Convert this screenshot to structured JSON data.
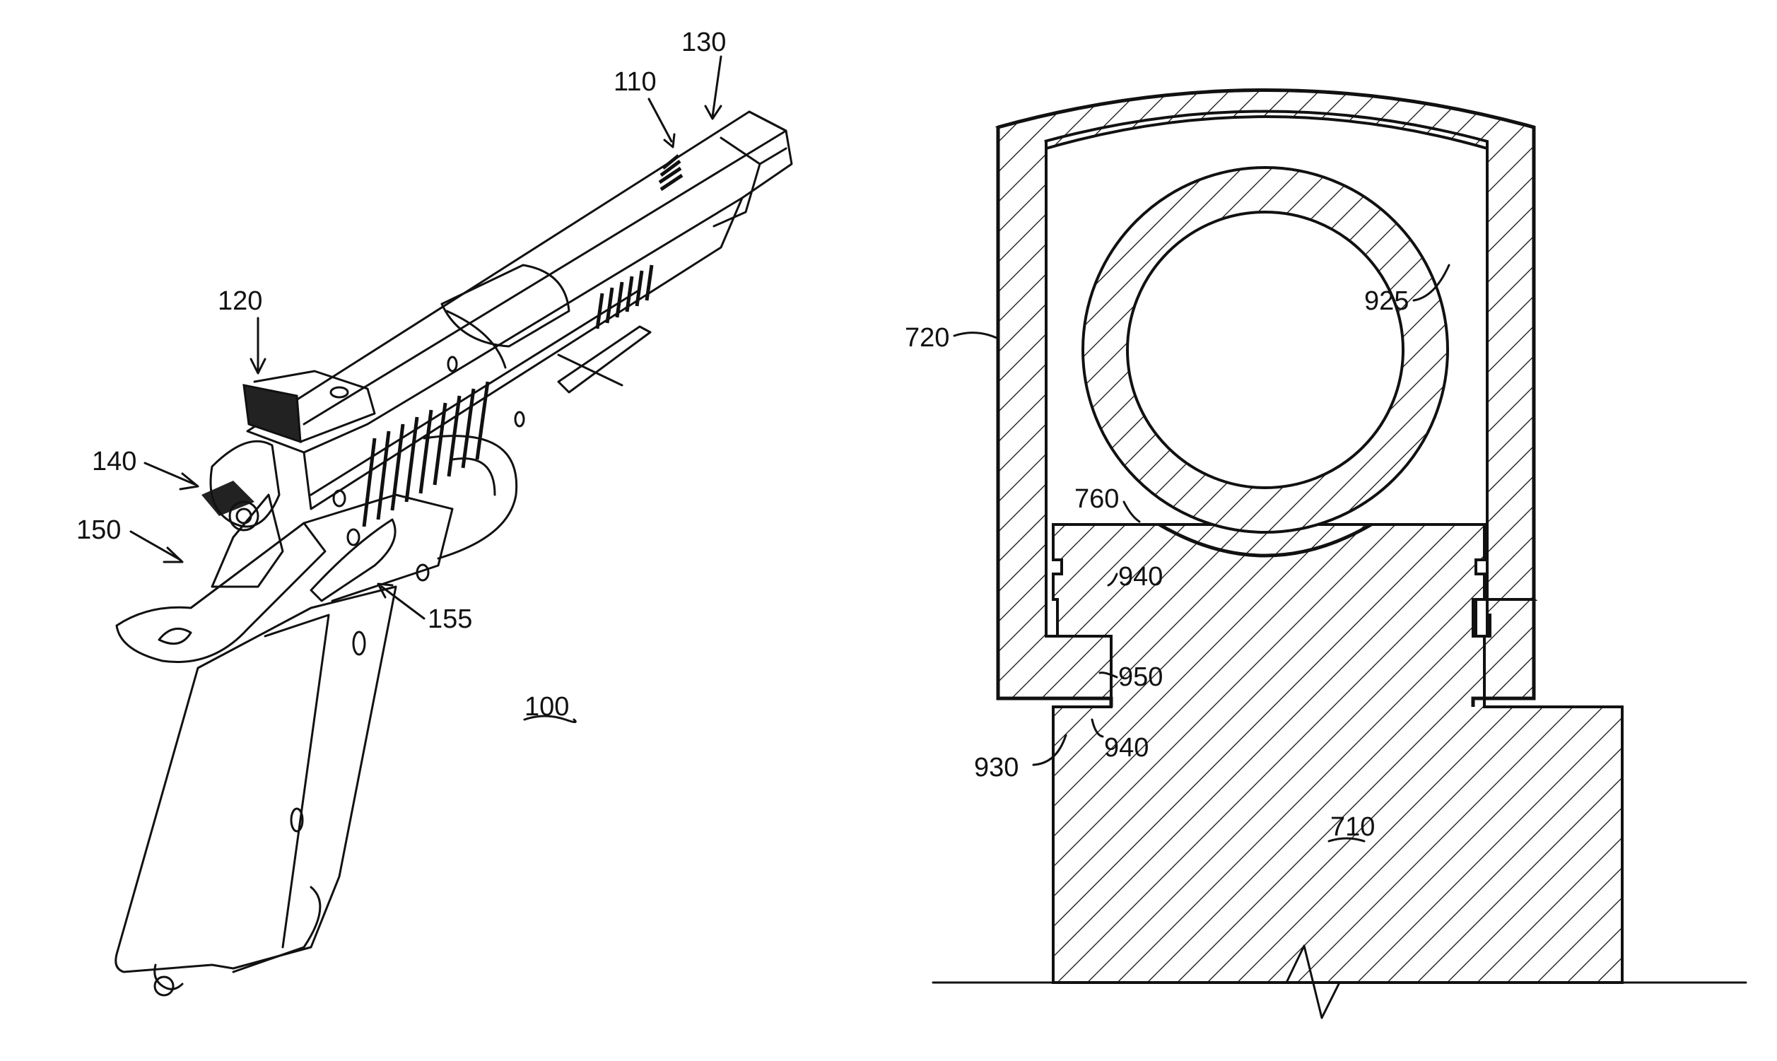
{
  "figure": {
    "left": {
      "labels": {
        "ref_100": "100",
        "ref_110": "110",
        "ref_120": "120",
        "ref_130": "130",
        "ref_140": "140",
        "ref_150": "150",
        "ref_155": "155"
      }
    },
    "right": {
      "labels": {
        "ref_720": "720",
        "ref_925": "925",
        "ref_760": "760",
        "ref_940_upper": "940",
        "ref_950": "950",
        "ref_940_lower": "940",
        "ref_930": "930",
        "ref_710": "710"
      }
    }
  }
}
